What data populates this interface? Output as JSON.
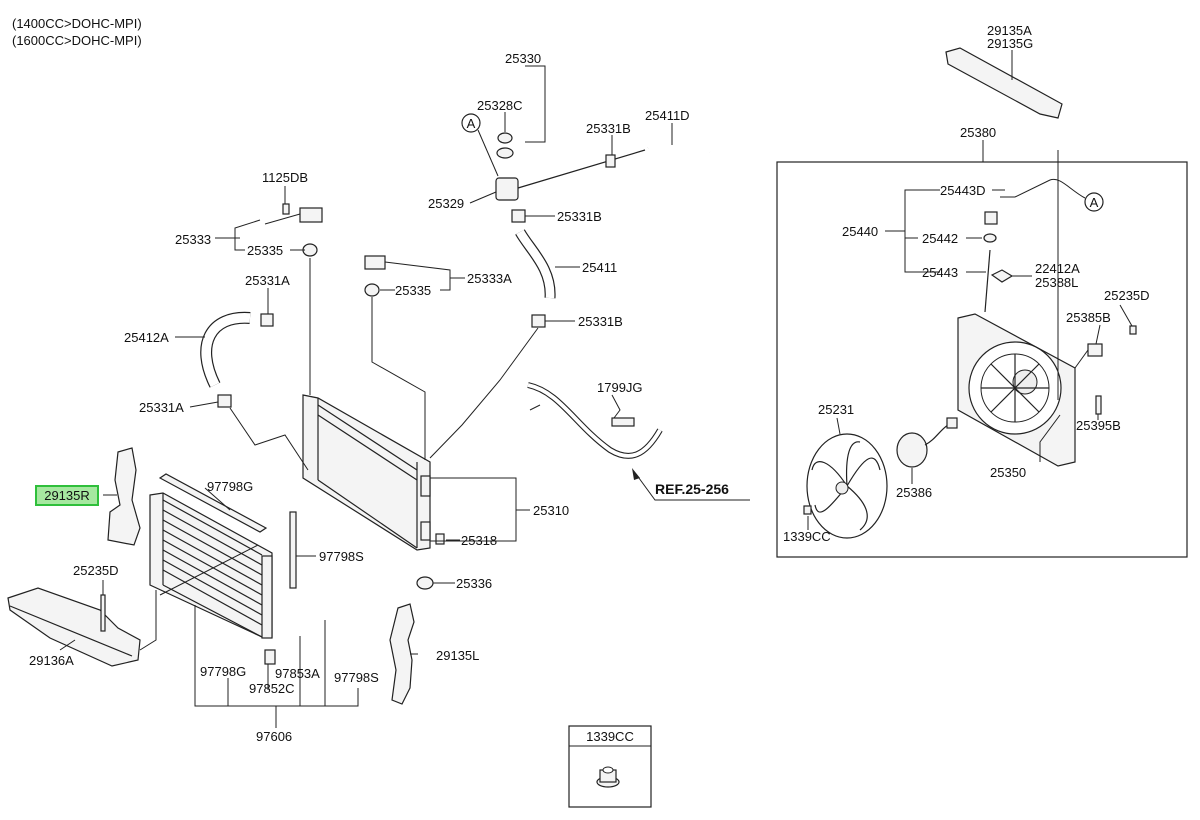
{
  "engine_notes": [
    "(1400CC>DOHC-MPI)",
    "(1600CC>DOHC-MPI)"
  ],
  "highlighted_part": "29135R",
  "marker": "A",
  "reference": "REF.25-256",
  "inset_label": "1339CC",
  "labels": {
    "p25330": "25330",
    "p25328C": "25328C",
    "p25331B_top": "25331B",
    "p25411D": "25411D",
    "p25329": "25329",
    "p25331B_mid": "25331B",
    "p1125DB": "1125DB",
    "p25333": "25333",
    "p25335_left": "25335",
    "p25411": "25411",
    "p25333A": "25333A",
    "p25335_mid": "25335",
    "p25331A_top": "25331A",
    "p25412A": "25412A",
    "p25331B_low": "25331B",
    "p1799JG": "1799JG",
    "p25331A_low": "25331A",
    "p97798G_top": "97798G",
    "p25310": "25310",
    "p25318": "25318",
    "p97798S_top": "97798S",
    "p25336": "25336",
    "p25235D_left": "25235D",
    "p29136A": "29136A",
    "p29135L": "29135L",
    "p97798G_low": "97798G",
    "p97853A": "97853A",
    "p97798S_low": "97798S",
    "p97852C": "97852C",
    "p97606": "97606",
    "p29135A": "29135A",
    "p29135G": "29135G",
    "p25380": "25380",
    "p25443D": "25443D",
    "p25440": "25440",
    "p25442": "25442",
    "p25443": "25443",
    "p22412A": "22412A",
    "p25388L": "25388L",
    "p25235D_right": "25235D",
    "p25385B": "25385B",
    "p25231": "25231",
    "p25395B": "25395B",
    "p25386": "25386",
    "p25350": "25350",
    "p1339CC": "1339CC"
  }
}
